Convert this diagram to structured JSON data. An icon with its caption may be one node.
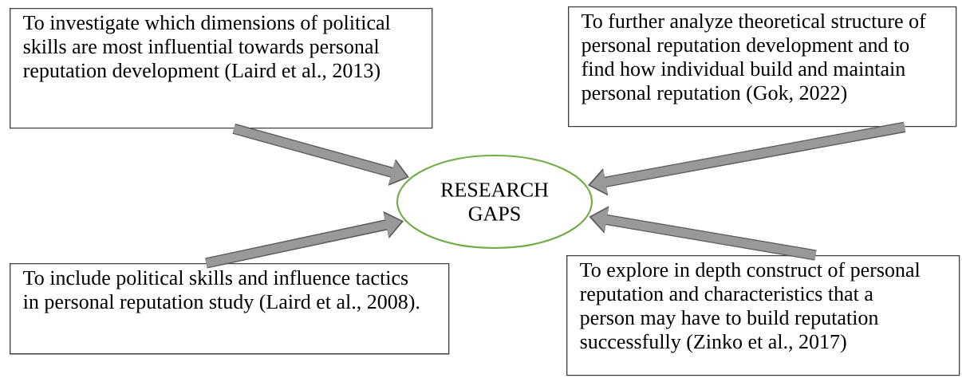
{
  "diagram": {
    "nodes": [
      {
        "text": [
          "To investigate which dimensions of political skills are most influential towards personal reputation  development (Laird et al., 2013)"
        ]
      },
      {
        "text": [
          "To further analyze theoretical structure of personal reputation development and to find how individual build and maintain personal reputation (Gok, 2022)"
        ]
      },
      {
        "text": [
          "RESEARCH GAPS"
        ]
      },
      {
        "text": [
          "To include political skills and influence tactics in personal reputation study (Laird et al., 2008)."
        ]
      },
      {
        "text": [
          "To explore in depth construct of personal reputation and characteristics that a person may have to build reputation successfully (Zinko et al., 2017)"
        ]
      }
    ],
    "edges": [
      {
        "from": 0,
        "to": 2,
        "arrow": "to"
      },
      {
        "from": 3,
        "to": 2,
        "arrow": "to"
      },
      {
        "from": 1,
        "to": 2,
        "arrow": "to"
      },
      {
        "from": 4,
        "to": 2,
        "arrow": "to"
      }
    ]
  }
}
